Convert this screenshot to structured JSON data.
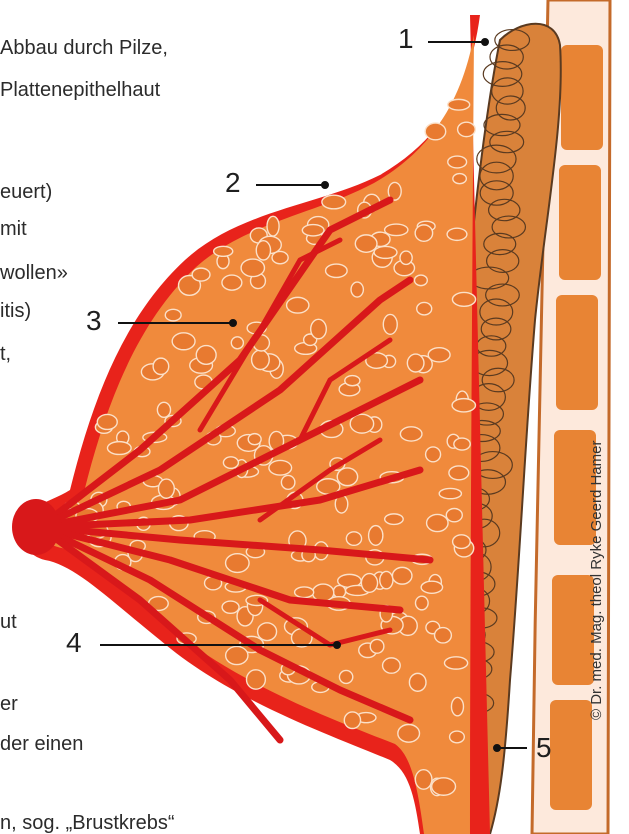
{
  "colors": {
    "skin": "#e8231b",
    "tissue": "#f08a3c",
    "lobules": "#e87a30",
    "ducts": "#d8181a",
    "muscle": "#d9823a",
    "muscle_outline": "#5a3a20",
    "rib": "#e88434",
    "chest_wall_line": "#c46a2a",
    "leader_line": "#111111",
    "text": "#2b2b2b"
  },
  "left_text_lines": [
    "Abbau durch Pilze,",
    "Plattenepithelhaut",
    "euert)",
    "mit",
    "wollen»",
    "itis)",
    "t,",
    "ut",
    "er",
    "der einen",
    "n, sog. „Brustkrebs“"
  ],
  "callouts": [
    "1",
    "2",
    "3",
    "4",
    "5"
  ],
  "copyright": "© Dr. med. Mag. theol Ryke Geerd Hamer"
}
